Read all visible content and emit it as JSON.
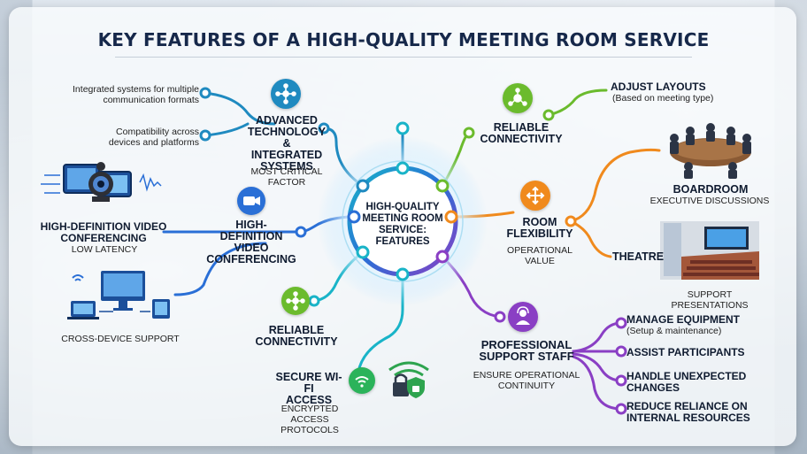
{
  "title": "KEY FEATURES OF A HIGH-QUALITY MEETING ROOM SERVICE",
  "center": {
    "line1": "HIGH-QUALITY",
    "line2": "MEETING ROOM",
    "line3": "SERVICE:",
    "line4": "FEATURES"
  },
  "tech": {
    "label_1": "ADVANCED",
    "label_2": "TECHNOLOGY",
    "label_3": "& INTEGRATED",
    "label_4": "SYSTEMS",
    "subtitle": "MOST CRITICAL FACTOR",
    "item1_line1": "Integrated systems for multiple",
    "item1_line2": "communication formats",
    "item2_line1": "Compatibility across",
    "item2_line2": "devices and platforms"
  },
  "video": {
    "label_1": "HIGH-DEFINITION",
    "label_2": "VIDEO",
    "label_3": "CONFERENCING",
    "side_label_1": "HIGH-DEFINITION VIDEO",
    "side_label_2": "CONFERENCING",
    "side_sub": "LOW LATENCY",
    "cross": "CROSS-DEVICE SUPPORT"
  },
  "connect_top": {
    "label_1": "RELIABLE",
    "label_2": "CONNECTIVITY"
  },
  "connect_bottom": {
    "label_1": "RELIABLE",
    "label_2": "CONNECTIVITY"
  },
  "wifi": {
    "label_1": "SECURE WI-FI",
    "label_2": "ACCESS",
    "sub_1": "ENCRYPTED ACCESS",
    "sub_2": "PROTOCOLS"
  },
  "flex": {
    "label_1": "ROOM",
    "label_2": "FLEXIBILITY",
    "sub_1": "OPERATIONAL",
    "sub_2": "VALUE",
    "adjust": "ADJUST LAYOUTS",
    "adjust_sub": "(Based on meeting type)",
    "boardroom": "BOARDROOM",
    "boardroom_sub": "EXECUTIVE DISCUSSIONS",
    "theatre": "THEATRE",
    "theatre_sub": "SUPPORT PRESENTATIONS"
  },
  "staff": {
    "label_1": "PROFESSIONAL",
    "label_2": "SUPPORT STAFF",
    "sub_1": "ENSURE OPERATIONAL",
    "sub_2": "CONTINUITY",
    "i1": "MANAGE EQUIPMENT",
    "i1_sub": "(Setup & maintenance)",
    "i2": "ASSIST PARTICIPANTS",
    "i3_1": "HANDLE UNEXPECTED",
    "i3_2": "CHANGES",
    "i4_1": "REDUCE RELIANCE ON",
    "i4_2": "INTERNAL RESOURCES"
  },
  "colors": {
    "teal": "#1f8ac0",
    "blue": "#2a6fd6",
    "green": "#6bbb2d",
    "orange": "#f08a1d",
    "purple": "#8a3fc4",
    "cyan": "#19b4c8",
    "navy": "#16284a"
  },
  "icons": [
    "network-icon",
    "video-camera-icon",
    "network-node-icon",
    "move-arrows-icon",
    "support-person-icon",
    "wifi-icon",
    "lock-shield-icon",
    "webcam-monitor-icon",
    "devices-icon",
    "boardroom-image",
    "theatre-image"
  ]
}
